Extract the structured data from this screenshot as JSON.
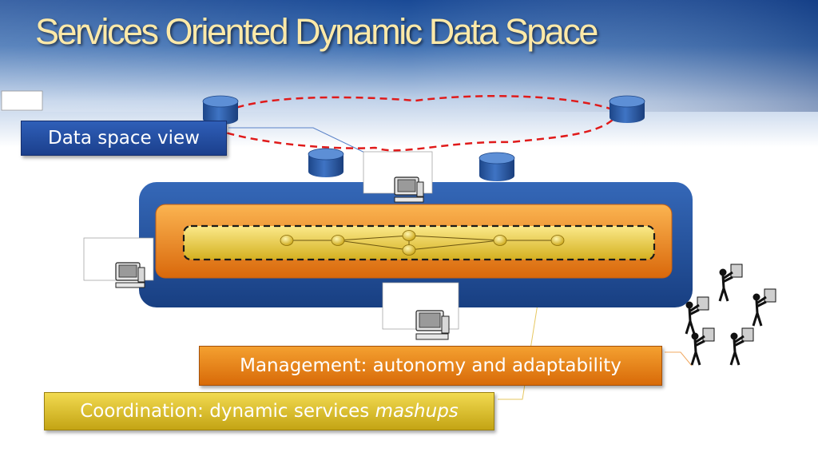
{
  "title": "Services Oriented Dynamic Data Space",
  "labels": {
    "data_space_view": "Data space view",
    "management": "Management: autonomy and adaptability",
    "coordination": "Coordination: dynamic services ",
    "coordination_emphasis": "mashups"
  },
  "colors": {
    "title_text": "#fde9a8",
    "background_top": "#1d4f9a",
    "service_box": "#1e4b93",
    "management_box": "#ec8a12",
    "coordination_bar": "#f0cf3c",
    "data_space_ring": "#e01a1a",
    "database": "#2a5aa6"
  },
  "icons": {
    "database": "database-cylinder-icon",
    "computer": "desktop-computer-icon",
    "user": "person-at-computer-icon",
    "service_node": "service-node-icon"
  }
}
